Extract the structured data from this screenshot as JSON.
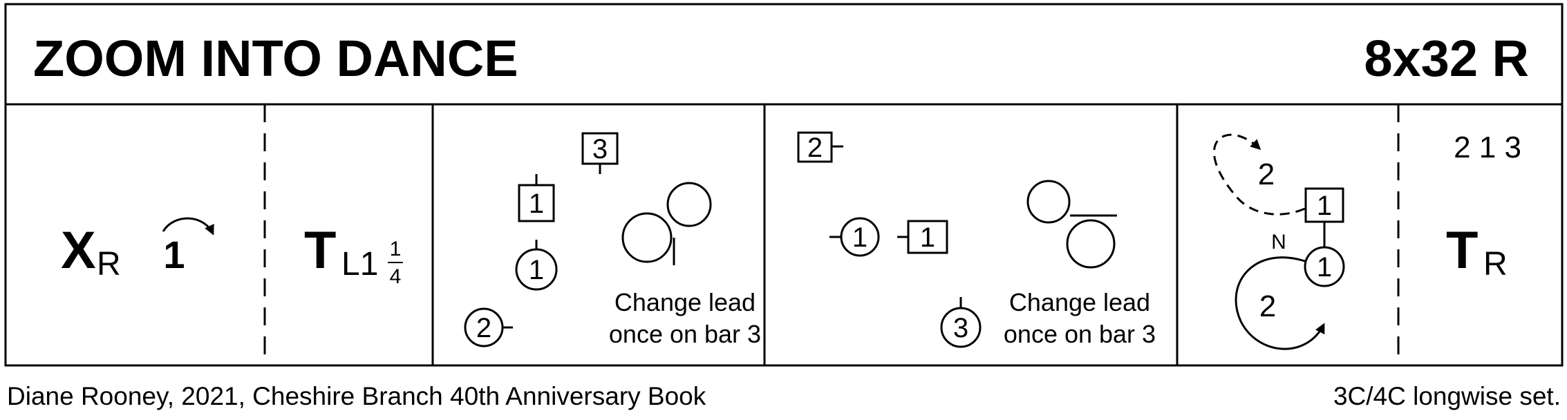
{
  "header": {
    "title": "ZOOM INTO DANCE",
    "formation": "8x32 R"
  },
  "footer": {
    "credit": "Diane Rooney, 2021, Cheshire Branch 40th Anniversary Book",
    "set": "3C/4C longwise set."
  },
  "cells": {
    "c1": {
      "main": "X",
      "sub": "R",
      "turn_number": "1"
    },
    "c2": {
      "main": "T",
      "sub": "L1",
      "frac_num": "1",
      "frac_den": "4"
    },
    "c3": {
      "sq_top": "3",
      "sq_mid": "1",
      "circ_1": "1",
      "circ_2": "2",
      "note1": "Change lead",
      "note2": "once on bar 3"
    },
    "c4": {
      "sq_top": "2",
      "circ_1": "1",
      "sq_1": "1",
      "circ_3": "3",
      "note1": "Change lead",
      "note2": "once on bar 3"
    },
    "c5": {
      "upper_2": "2",
      "sq_1": "1",
      "label_n": "N",
      "circ_1": "1",
      "lower_2": "2"
    },
    "c6": {
      "order": "2 1 3",
      "main": "T",
      "sub": "R"
    }
  }
}
